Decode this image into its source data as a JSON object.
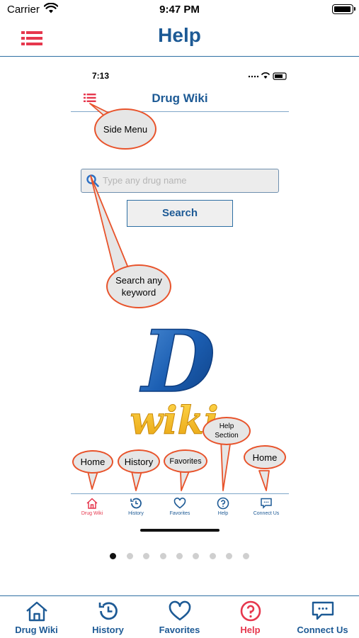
{
  "status_bar": {
    "carrier": "Carrier",
    "time": "9:47 PM"
  },
  "nav": {
    "title": "Help",
    "menu_icon": "list-icon"
  },
  "screenshot": {
    "time": "7:13",
    "title": "Drug Wiki",
    "search": {
      "placeholder": "Type any drug name",
      "button_label": "Search"
    },
    "logo_letter": "D",
    "logo_word": "wiki",
    "callouts": {
      "side_menu": "Side Menu",
      "search_any_1": "Search any",
      "search_any_2": "keyword",
      "home_1": "Home",
      "history": "History",
      "favorites": "Favorites",
      "help_1": "Help",
      "help_2": "Section",
      "home_2": "Home"
    },
    "tabs": [
      "Drug Wiki",
      "History",
      "Favorites",
      "Help",
      "Connect Us"
    ]
  },
  "pager": {
    "count": 9,
    "active_index": 0
  },
  "tabbar": {
    "items": [
      {
        "label": "Drug Wiki",
        "icon": "home-icon"
      },
      {
        "label": "History",
        "icon": "history-icon"
      },
      {
        "label": "Favorites",
        "icon": "heart-icon"
      },
      {
        "label": "Help",
        "icon": "help-icon",
        "active": true
      },
      {
        "label": "Connect Us",
        "icon": "chat-icon"
      }
    ]
  },
  "colors": {
    "brand_blue": "#1d5a95",
    "active_red": "#e6374d",
    "callout_border": "#e8532b"
  }
}
